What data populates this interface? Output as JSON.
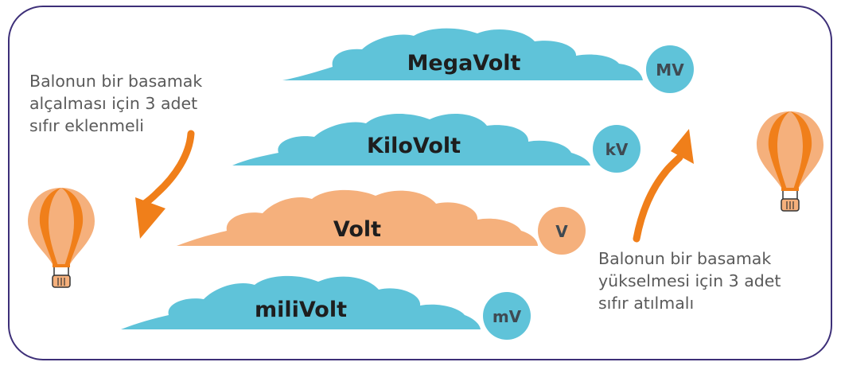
{
  "colors": {
    "frame": "#3d2f78",
    "cloud_blue": "#5fc3d9",
    "cloud_orange": "#f5b07c",
    "arrow": "#f07f1a",
    "text_dark": "#1e1e1e",
    "text_unit": "#3f4a52",
    "note_text": "#5a5a5a",
    "balloon_orange": "#f07f1a",
    "balloon_light": "#f5b07c"
  },
  "clouds": [
    {
      "name": "MegaVolt",
      "unit": "MV",
      "color": "cloud_blue"
    },
    {
      "name": "KiloVolt",
      "unit": "kV",
      "color": "cloud_blue"
    },
    {
      "name": "Volt",
      "unit": "V",
      "color": "cloud_orange"
    },
    {
      "name": "miliVolt",
      "unit": "mV",
      "color": "cloud_blue"
    }
  ],
  "notes": {
    "down": [
      "Balonun bir basamak",
      "alçalması için 3 adet",
      "sıfır eklenmeli"
    ],
    "up": [
      "Balonun bir basamak",
      "yükselmesi için 3 adet",
      "sıfır atılmalı"
    ]
  },
  "icons": {
    "left_balloon": "hot-air-balloon",
    "right_balloon": "hot-air-balloon",
    "down_arrow": "curved-arrow-down",
    "up_arrow": "curved-arrow-up"
  }
}
